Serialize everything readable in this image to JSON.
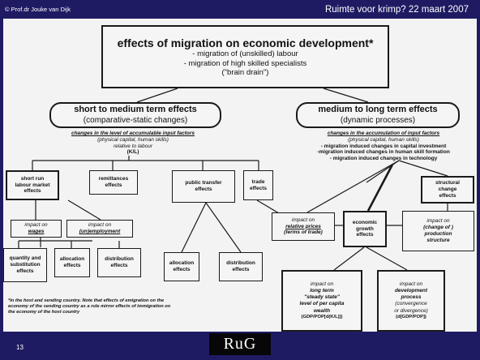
{
  "header": {
    "copyright": "© Prof.dr Jouke van Dijk",
    "title": "Ruimte voor krimp? 22 maart 2007"
  },
  "footer": {
    "page_number": "13",
    "logo_text": "RuG"
  },
  "diagram": {
    "main": {
      "title": "effects of migration on economic development*",
      "line1": "- migration of (unskilled) labour",
      "line2": "- migration of high skilled specialists",
      "line3": "(\"brain drain\")"
    },
    "left": {
      "title": "short to medium term effects",
      "subtitle": "(comparative-static changes)",
      "note1": "changes in the level of accumulable input factors",
      "note2": "(physical capital, human skills)",
      "note3": "relative to labour",
      "note4": "(K/L)"
    },
    "right": {
      "title": "medium to long term effects",
      "subtitle": "(dynamic processes)",
      "note1": "changes in the accumulation of input factors",
      "note2": "(physical capital, human skills)",
      "bullet1": "- migration induced changes in capital investment",
      "bullet2": "-migration induced changes in human skill formation",
      "bullet3": "- migration induced changes in technology"
    },
    "boxes": {
      "labour_market": [
        "short run",
        "labour market",
        "effects"
      ],
      "remittances": [
        "remittances",
        "effects"
      ],
      "public_transfer": [
        "public transfer",
        "effects"
      ],
      "trade": [
        "trade",
        "effects"
      ],
      "structural": [
        "structural",
        "change",
        "effects"
      ],
      "wages": [
        "impact on",
        "wages"
      ],
      "unemployment": [
        "impact on",
        "(un)employment"
      ],
      "quantity": [
        "quantity and",
        "substitution",
        "effects"
      ],
      "allocation1": [
        "allocation",
        "effects"
      ],
      "distribution1": [
        "distribution",
        "effects"
      ],
      "allocation2": [
        "allocation",
        "effects"
      ],
      "distribution2": [
        "distribution",
        "effects"
      ],
      "relative_prices": [
        "impact on",
        "relative prices",
        "(terms of trade)"
      ],
      "growth": [
        "economic",
        "growth",
        "effects"
      ],
      "production": [
        "impact on",
        "(change of )",
        "production",
        "structure"
      ],
      "steady_state": [
        "impact on",
        "long term",
        "\"steady state\"",
        "level of per capita",
        "wealth",
        "(GDP/POP[d(K/L)])"
      ],
      "development": [
        "impact on",
        "development",
        "process",
        "(convergence",
        "or divergence)",
        "(d[GDP/POP])"
      ]
    },
    "footnote": [
      "*in the host and sending country. Note that effects of emigration on the",
      "economy of the sending country as a rule  mirror effects of immigration on",
      "the economy of the host country"
    ]
  }
}
